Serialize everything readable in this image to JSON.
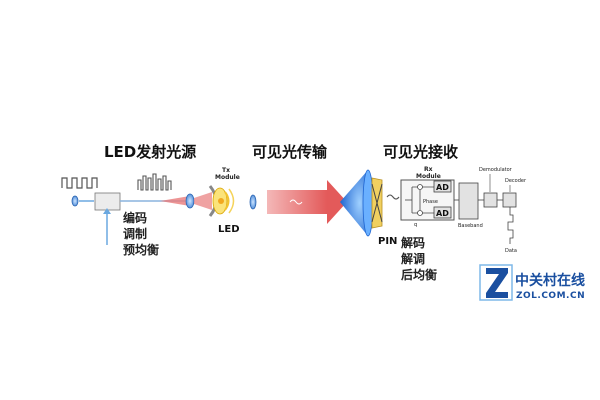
{
  "sections": {
    "led_source": "LED发射光源",
    "visible_transmission": "可见光传输",
    "visible_reception": "可见光接收"
  },
  "tx_steps": [
    "编码",
    "调制",
    "预均衡"
  ],
  "rx_steps": [
    "解码",
    "解调",
    "后均衡"
  ],
  "labels": {
    "tx_module": "Tx Module",
    "rx_module": "Rx Module",
    "led": "LED",
    "pin": "PIN",
    "ad_top": "AD",
    "ad_bottom": "AD",
    "phase": "Phase",
    "q": "q",
    "baseband": "Baseband",
    "demodulator": "Demodulator",
    "decoder": "Decoder",
    "data": "Data"
  },
  "watermark": {
    "name": "中关村在线",
    "site": "ZOL.COM.CN"
  },
  "colors": {
    "beam": "#e87a7a",
    "lens": "#4a8fd8",
    "led": "#f2c230",
    "box_fill": "#e2e2e2"
  }
}
